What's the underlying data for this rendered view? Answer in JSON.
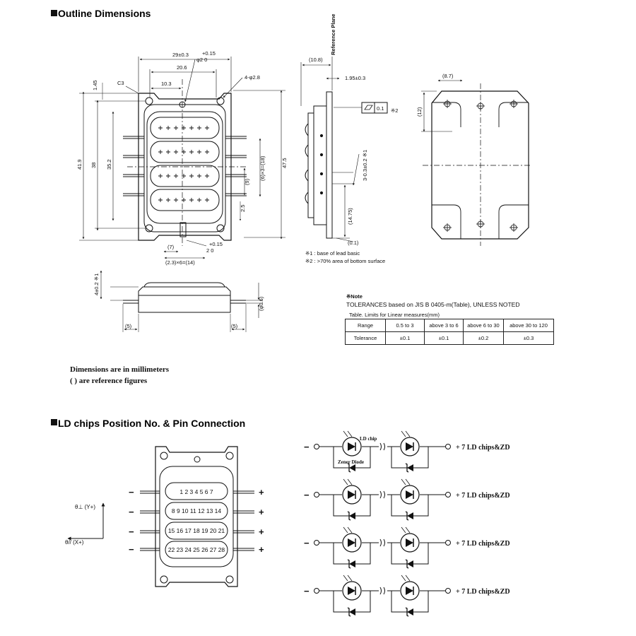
{
  "headings": {
    "outline": "Outline Dimensions",
    "ld_chips": "LD chips Position No. & Pin Connection"
  },
  "front_view": {
    "dim_top": "29±0.3",
    "dim_20_6": "20.6",
    "dim_10_3": "10.3",
    "dim_plus015_top": "+0.15",
    "dim_phi2": "φ2 0",
    "dim_holes": "4-φ2.8",
    "dim_c3": "C3",
    "dim_1_45": "1.45",
    "dim_41_9": "41.9",
    "dim_38": "38",
    "dim_35_2": "35.2",
    "dim_6x3": "(6)×3=(18)",
    "dim_9": "(9)",
    "dim_47_5": "47.5",
    "dim_2_5": "2.5",
    "dim_7": "(7)",
    "dim_plus015_bottom": "+0.15",
    "dim_2_0": "2 0",
    "dim_pitch": "(2.3)×6=(14)"
  },
  "side_view": {
    "ref_plane": "Reference Plane",
    "dim_10_8": "(10.8)",
    "dim_1_95": "1.95±0.3",
    "flatness_value": "0.1",
    "flatness_note": "※2",
    "dim_pins": "3-0.3±0.2 ※1",
    "dim_14_75": "(14.75)",
    "dim_0_1": "(0.1)",
    "note1": "※1 : base of lead basic",
    "note2": "※2 : >70% area of bottom surface"
  },
  "back_view": {
    "dim_8_7": "(8.7)",
    "dim_12": "(12)"
  },
  "bottom_view": {
    "dim_4": "4±0.2 ※1",
    "dim_5_left": "(5)",
    "dim_5_right": "(5)",
    "dim_phi": "(φ0.6)"
  },
  "tolerance": {
    "note_mark": "※Note",
    "line": "TOLERANCES based on JIS B 0405-m(Table), UNLESS NOTED",
    "caption": "Table. Limits for Linear measures(mm)",
    "headers": [
      "Range",
      "0.5 to 3",
      "above 3 to 6",
      "above 6 to 30",
      "above 30 to 120"
    ],
    "row_label": "Tolerance",
    "values": [
      "±0.1",
      "±0.1",
      "±0.2",
      "±0.3"
    ]
  },
  "dim_notes": {
    "line1": "Dimensions are in millimeters",
    "line2": "( ) are reference figures"
  },
  "chip_map": {
    "rows": [
      "1 2 3 4 5 6 7",
      "8 9 10 11 12 13 14",
      "15 16 17 18 19 20 21",
      "22 23 24 25 26 27 28"
    ],
    "axis_y": "θ⊥ (Y+)",
    "axis_x": "θ// (X+)",
    "minus": "−",
    "plus": "+"
  },
  "circuit": {
    "ld_chip_label": "LD chip",
    "zener_label": "Zener Diode",
    "row_label": "+ 7 LD chips&ZD",
    "minus": "−"
  }
}
